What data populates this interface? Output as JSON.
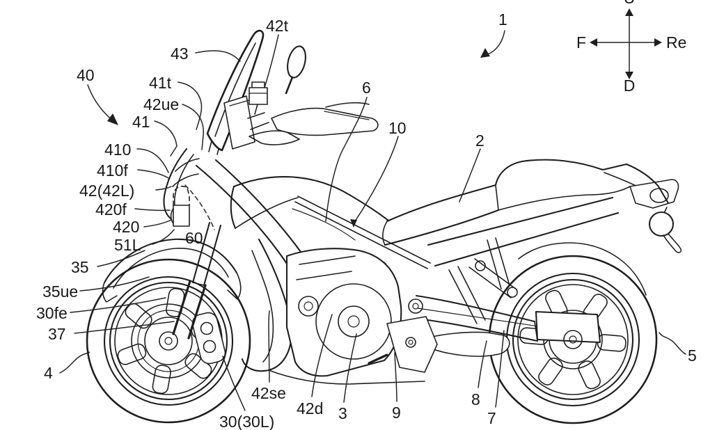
{
  "figure": {
    "ink_color": "#1e1e1e",
    "paper_color": "#ffffff"
  },
  "compass": {
    "up": "U",
    "down": "D",
    "front": "F",
    "rear": "Re"
  },
  "labels": {
    "n1": "1",
    "n2": "2",
    "n3": "3",
    "n4": "4",
    "n5": "5",
    "n6": "6",
    "n7": "7",
    "n8": "8",
    "n9": "9",
    "n10": "10",
    "n30": "30(30L)",
    "n30fe": "30fe",
    "n35": "35",
    "n35ue": "35ue",
    "n37": "37",
    "n40": "40",
    "n41": "41",
    "n41t": "41t",
    "n410": "410",
    "n410f": "410f",
    "n42": "42(42L)",
    "n420": "420",
    "n420f": "420f",
    "n42d": "42d",
    "n42se": "42se",
    "n42t": "42t",
    "n42ue": "42ue",
    "n43": "43",
    "n51L": "51L",
    "n60": "60"
  }
}
